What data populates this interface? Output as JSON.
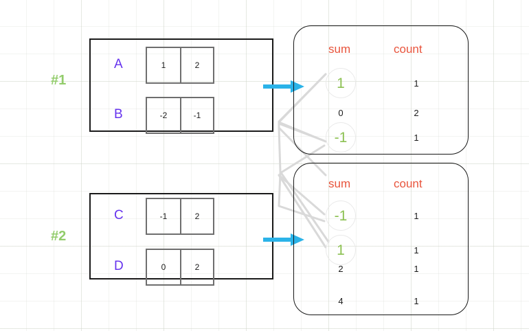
{
  "groups": [
    {
      "tag": "#1"
    },
    {
      "tag": "#2"
    }
  ],
  "input_boxes": [
    {
      "tag": "#1",
      "rows": [
        {
          "label": "A",
          "cells": [
            "1",
            "2"
          ]
        },
        {
          "label": "B",
          "cells": [
            "-2",
            "-1"
          ]
        }
      ]
    },
    {
      "tag": "#2",
      "rows": [
        {
          "label": "C",
          "cells": [
            "-1",
            "2"
          ]
        },
        {
          "label": "D",
          "cells": [
            "0",
            "2"
          ]
        }
      ]
    }
  ],
  "result_panels": [
    {
      "headers": {
        "sum": "sum",
        "count": "count"
      },
      "rows": [
        {
          "sum": "1",
          "count": "1",
          "highlighted": true
        },
        {
          "sum": "0",
          "count": "2",
          "highlighted": false
        },
        {
          "sum": "-1",
          "count": "1",
          "highlighted": true
        }
      ]
    },
    {
      "headers": {
        "sum": "sum",
        "count": "count"
      },
      "rows": [
        {
          "sum": "-1",
          "count": "1",
          "highlighted": true
        },
        {
          "sum": "1",
          "count": "1",
          "highlighted": true
        },
        {
          "sum": "2",
          "count": "1",
          "highlighted": false
        },
        {
          "sum": "4",
          "count": "1",
          "highlighted": false
        }
      ]
    }
  ],
  "colors": {
    "group_tag": "#92cc6b",
    "row_label": "#6633ee",
    "column_header": "#e8543c",
    "highlight_value": "#8cc152",
    "arrow": "#2bb3e8",
    "connector_line": "#d9d9d9",
    "box_border": "#1a1a1a",
    "cell_border": "#6e6e6e",
    "grid": "#d7dcd2"
  },
  "icons": {
    "arrow_right": "arrow-right-icon"
  }
}
